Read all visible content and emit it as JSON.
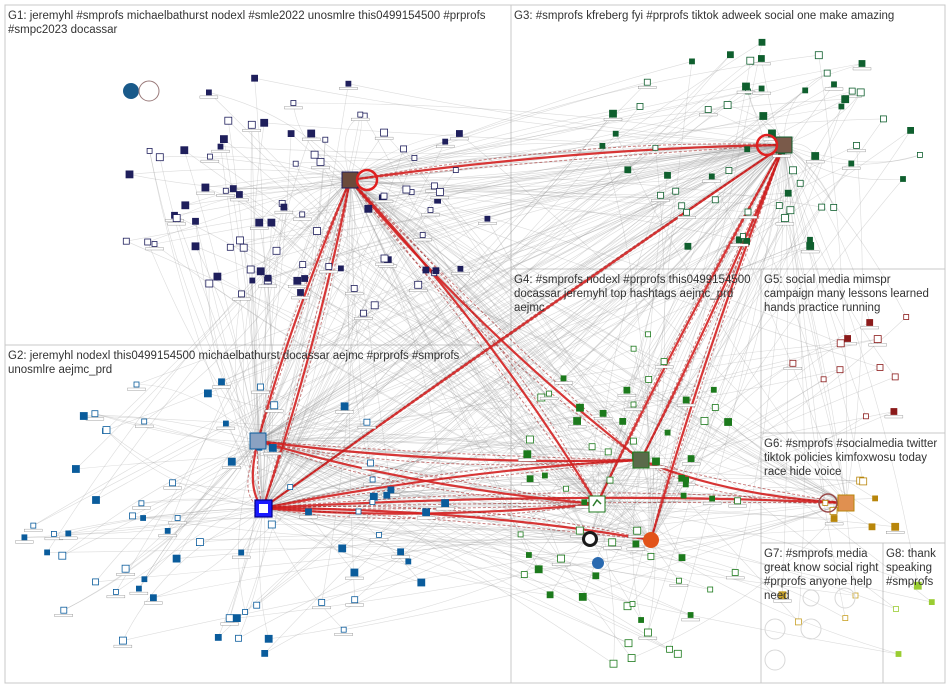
{
  "groups": [
    {
      "id": "G1",
      "label": "G1: jeremyhl #smprofs michaelbathurst nodexl #smle2022 unosmlre this0499154500 #prprofs",
      "label2": "#smpc2023 docassar",
      "color": "#1f1f5c"
    },
    {
      "id": "G2",
      "label": "G2: jeremyhl nodexl this0499154500 michaelbathurst docassar aejmc #prprofs #smprofs",
      "label2": "unosmlre aejmc_prd",
      "color": "#0a5c9c"
    },
    {
      "id": "G3",
      "label": "G3: #smprofs kfreberg fyi #prprofs tiktok adweek social one make amazing",
      "label2": "",
      "color": "#0f5f2e"
    },
    {
      "id": "G4",
      "label": "G4: #smprofs nodexl #prprofs this0499154500",
      "label2": "docassar jeremyhl top hashtags aejmc_prd",
      "label3": "aejmc",
      "color": "#1c7a1c"
    },
    {
      "id": "G5",
      "label": "G5: social media mimspr",
      "label2": "campaign many lessons learned",
      "label3": "hands practice running",
      "color": "#8b1a1a"
    },
    {
      "id": "G6",
      "label": "G6: #smprofs #socialmedia twitter",
      "label2": "tiktok policies kimfoxwosu today",
      "label3": "race hide voice",
      "color": "#b8860b"
    },
    {
      "id": "G7",
      "label": "G7: #smprofs media",
      "label2": "great know social right",
      "label3": "#prprofs anyone help",
      "label4": "need",
      "color": "#c9a227"
    },
    {
      "id": "G8",
      "label": "G8: thank",
      "label2": "speaking",
      "label3": "#smprofs",
      "color": "#9acd32"
    }
  ],
  "colors": {
    "edge_gray": "#9a9a9a",
    "edge_red": "#d42020",
    "edge_dark_red": "#a01818",
    "border": "#c8c8c8"
  }
}
